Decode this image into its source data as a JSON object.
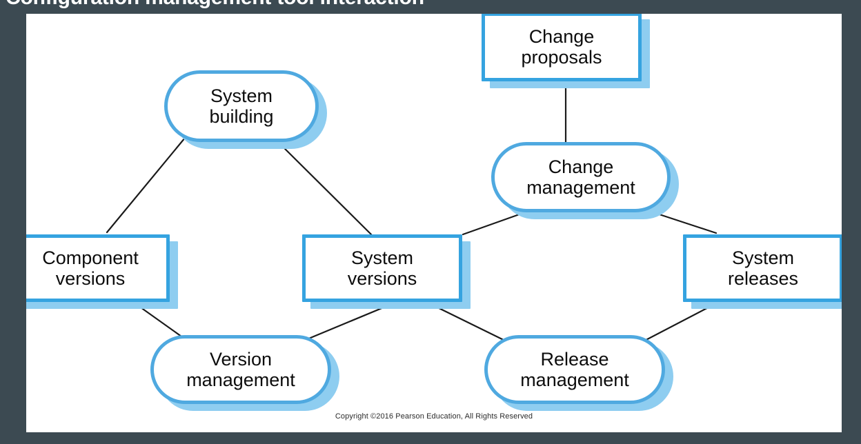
{
  "slide": {
    "title": "Configuration management tool interaction",
    "background_color": "#3c4a52",
    "canvas_color": "#ffffff",
    "copyright": "Copyright ©2016 Pearson Education, All Rights Reserved"
  },
  "colors": {
    "rect_border": "#35a3e0",
    "pill_border": "#4fa9e0",
    "shadow": "#8ecdf0",
    "connector": "#1a1a1a",
    "text": "#0d0d0d"
  },
  "diagram": {
    "type": "node-link",
    "nodes": [
      {
        "id": "change-proposals",
        "label": "Change\nproposals",
        "shape": "rectangle"
      },
      {
        "id": "system-building",
        "label": "System\nbuilding",
        "shape": "rounded"
      },
      {
        "id": "change-management",
        "label": "Change\nmanagement",
        "shape": "rounded"
      },
      {
        "id": "component-versions",
        "label": "Component\nversions",
        "shape": "rectangle"
      },
      {
        "id": "system-versions",
        "label": "System\nversions",
        "shape": "rectangle"
      },
      {
        "id": "system-releases",
        "label": "System\nreleases",
        "shape": "rectangle"
      },
      {
        "id": "version-management",
        "label": "Version\nmanagement",
        "shape": "rounded"
      },
      {
        "id": "release-management",
        "label": "Release\nmanagement",
        "shape": "rounded"
      }
    ],
    "edges": [
      {
        "from": "change-proposals",
        "to": "change-management"
      },
      {
        "from": "system-building",
        "to": "component-versions"
      },
      {
        "from": "system-building",
        "to": "system-versions"
      },
      {
        "from": "change-management",
        "to": "system-versions"
      },
      {
        "from": "change-management",
        "to": "system-releases"
      },
      {
        "from": "component-versions",
        "to": "version-management"
      },
      {
        "from": "system-versions",
        "to": "version-management"
      },
      {
        "from": "system-versions",
        "to": "release-management"
      },
      {
        "from": "system-releases",
        "to": "release-management"
      }
    ]
  }
}
